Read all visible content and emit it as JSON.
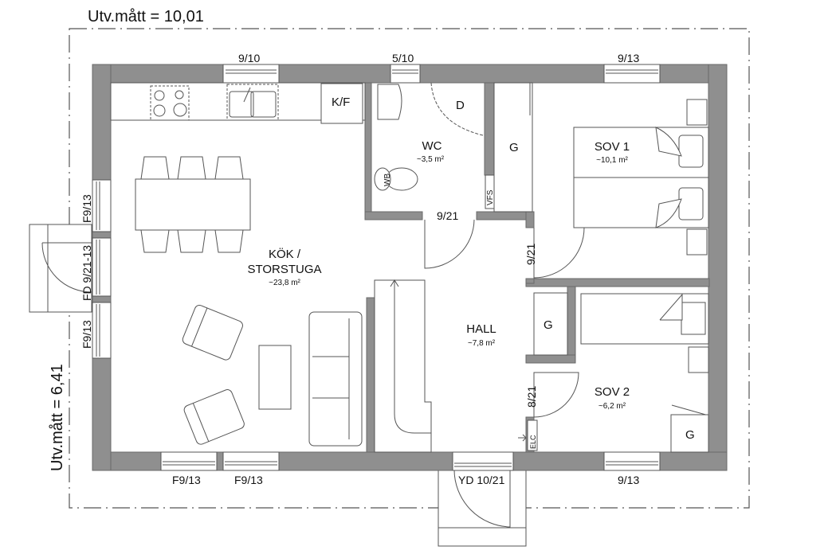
{
  "dimensions": {
    "width_label": "Utv.mått = 10,01",
    "height_label": "Utv.mått = 6,41"
  },
  "rooms": {
    "kitchen_living": {
      "name_line1": "KÖK /",
      "name_line2": "STORSTUGA",
      "area": "~23,8 m²"
    },
    "wc": {
      "name": "WC",
      "area": "~3,5 m²"
    },
    "hall": {
      "name": "HALL",
      "area": "~7,8 m²"
    },
    "sov1": {
      "name": "SOV 1",
      "area": "~10,1 m²"
    },
    "sov2": {
      "name": "SOV 2",
      "area": "~6,2 m²"
    }
  },
  "fixtures": {
    "fridge_freezer": "K/F",
    "shower": "D",
    "wardrobe_hall_top": "G",
    "wardrobe_hall_mid": "G",
    "wardrobe_sov2": "G",
    "washbasin": "WB",
    "ventilation": "VFS",
    "electrical": "ELC"
  },
  "windows": {
    "top_kitchen": "9/10",
    "top_wc": "5/10",
    "top_sov1": "9/13",
    "left_upper": "F9/13",
    "left_door": "FD 9/21-13",
    "left_lower": "F9/13",
    "bottom_left_1": "F9/13",
    "bottom_left_2": "F9/13",
    "bottom_entry": "YD 10/21",
    "bottom_sov2": "9/13"
  },
  "doors": {
    "wc_door": "9/21",
    "sov1_door": "9/21",
    "sov2_door": "8/21"
  },
  "colors": {
    "wall": "#8f8f8f",
    "line": "#555555",
    "background": "#ffffff"
  }
}
